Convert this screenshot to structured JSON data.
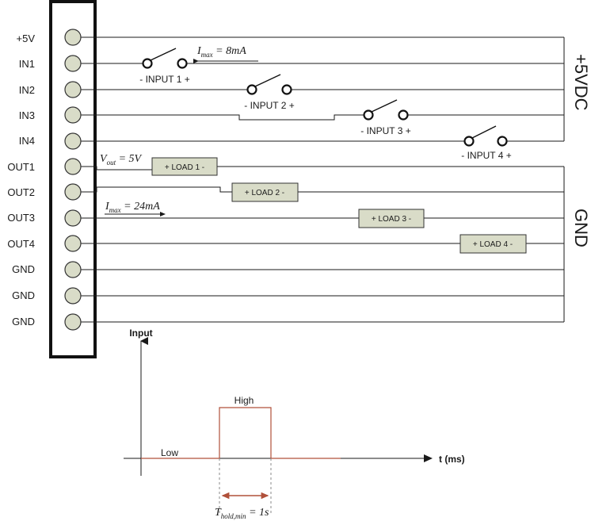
{
  "terminals": [
    "+5V",
    "IN1",
    "IN2",
    "IN3",
    "IN4",
    "OUT1",
    "OUT2",
    "OUT3",
    "OUT4",
    "GND",
    "GND",
    "GND"
  ],
  "rails": {
    "top": "+5VDC",
    "bottom": "GND"
  },
  "inputs": [
    {
      "label": "-  INPUT 1  +"
    },
    {
      "label": "-  INPUT 2  +"
    },
    {
      "label": "-  INPUT 3  +"
    },
    {
      "label": "-  INPUT 4  +"
    }
  ],
  "loads": [
    {
      "label": "+   LOAD 1   -"
    },
    {
      "label": "+   LOAD 2   -"
    },
    {
      "label": "+   LOAD 3   -"
    },
    {
      "label": "+   LOAD 4   -"
    }
  ],
  "annotations": {
    "imax_in": {
      "sym": "I",
      "sub": "max",
      "rest": " = 8mA"
    },
    "vout": {
      "sym": "V",
      "sub": "out",
      "rest": " = 5V"
    },
    "imax_out": {
      "sym": "I",
      "sub": "max",
      "rest": " = 24mA"
    }
  },
  "timing": {
    "y_axis_label": "Input",
    "x_axis_label": "t (ms)",
    "low_label": "Low",
    "high_label": "High",
    "thold": {
      "sym": "T",
      "sub": "hold,min",
      "rest": " = 1s"
    }
  }
}
